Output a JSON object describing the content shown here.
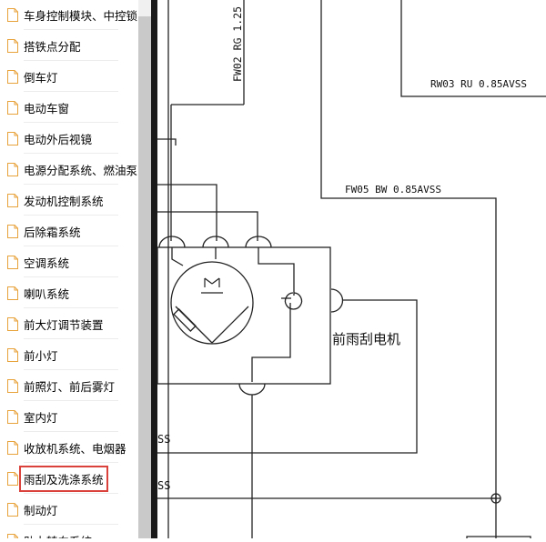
{
  "sidebar": {
    "items": [
      {
        "label": "车身控制模块、中控锁"
      },
      {
        "label": "搭铁点分配"
      },
      {
        "label": "倒车灯"
      },
      {
        "label": "电动车窗"
      },
      {
        "label": "电动外后视镜"
      },
      {
        "label": "电源分配系统、燃油泵"
      },
      {
        "label": "发动机控制系统"
      },
      {
        "label": "后除霜系统"
      },
      {
        "label": "空调系统"
      },
      {
        "label": "喇叭系统"
      },
      {
        "label": "前大灯调节装置"
      },
      {
        "label": "前小灯"
      },
      {
        "label": "前照灯、前后雾灯"
      },
      {
        "label": "室内灯"
      },
      {
        "label": "收放机系统、电烟器"
      },
      {
        "label": "雨刮及洗涤系统",
        "selected": true
      },
      {
        "label": "制动灯"
      },
      {
        "label": "助力转向系统"
      }
    ]
  },
  "diagram": {
    "wire_fw02": "FW02 RG 1.25",
    "wire_rw03": "RW03 RU 0.85AVSS",
    "wire_fw05": "FW05 BW 0.85AVSS",
    "motor_label": "前雨刮电机",
    "motor_symbol": "M",
    "partial_label_1": "SS",
    "partial_label_2": "SS"
  },
  "colors": {
    "selection_outline": "#d9413a",
    "doc_icon": "#e8a23a",
    "divider": "#1a1a1a"
  }
}
